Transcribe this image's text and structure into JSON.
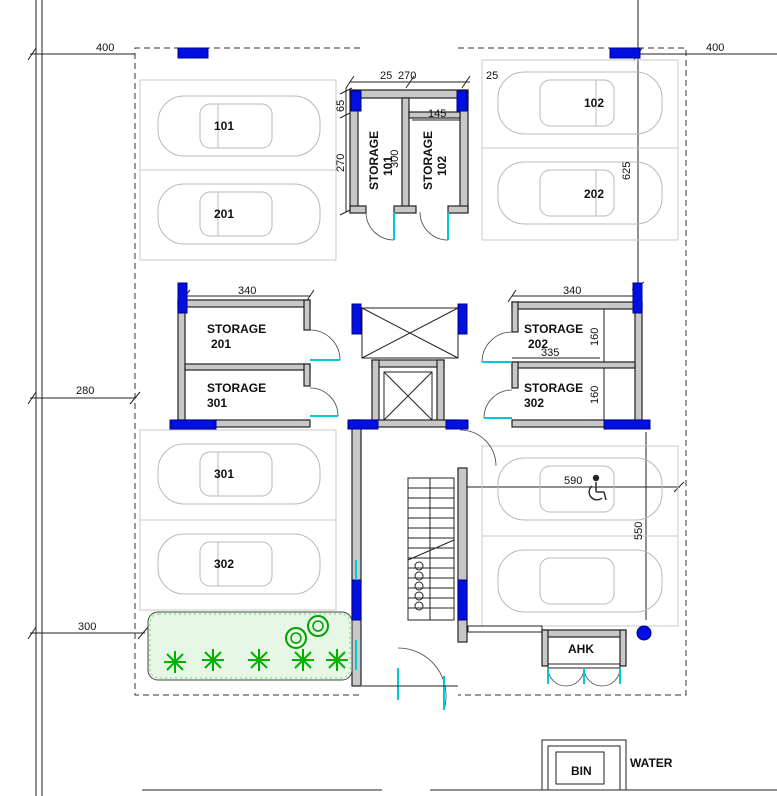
{
  "dimensions": {
    "top_left": "400",
    "top_right": "400",
    "storage_top_left": "25",
    "storage_top_mid": "270",
    "storage_top_right": "25",
    "storage_side_65": "65",
    "storage_side_270": "270",
    "storage_inner_300": "300",
    "storage_inner_145": "145",
    "right_625": "625",
    "storage201_width": "340",
    "storage202_width": "340",
    "storage202_h": "160",
    "storage_mid_335": "335",
    "storage302_h": "160",
    "left_280": "280",
    "ramp_590": "590",
    "right_550": "550",
    "left_300": "300"
  },
  "parking": {
    "left": [
      "101",
      "201",
      "301",
      "302"
    ],
    "right": [
      "102",
      "202"
    ]
  },
  "rooms": {
    "storage101_a": "STORAGE",
    "storage101_b": "101",
    "storage102_a": "STORAGE",
    "storage102_b": "102",
    "storage201_a": "STORAGE",
    "storage201_b": "201",
    "storage301_a": "STORAGE",
    "storage301_b": "301",
    "storage202_a": "STORAGE",
    "storage202_b": "202",
    "storage302_a": "STORAGE",
    "storage302_b": "302",
    "ahk": "AHK",
    "bin": "BIN",
    "water": "WATER"
  },
  "icons": {
    "accessible": "wheelchair-icon",
    "column": "structural-column",
    "tree": "palm-plant-icon"
  },
  "colors": {
    "column": "#0010e0",
    "door_leaf": "#00c8d8",
    "planting": "#00b000",
    "wall_fill": "#c8c8c8"
  }
}
